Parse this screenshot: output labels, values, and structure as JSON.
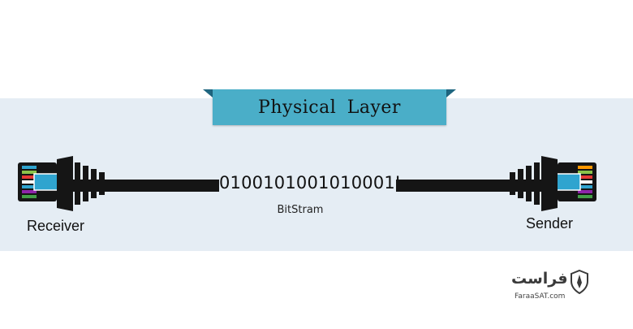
{
  "title": "Physical Layer",
  "bitstream": "0100101001010001I",
  "stream_label": "BitStram",
  "receiver_label": "Receiver",
  "sender_label": "Sender",
  "logo": {
    "text": "فراست",
    "domain": "FaraaSAT.com"
  },
  "colors": {
    "banner": "#4aaec8",
    "band": "#e5edf4",
    "cable": "#151515",
    "port": "#2fa4cf"
  },
  "icons": [
    "rj45-connector-icon",
    "shield-pen-icon"
  ]
}
